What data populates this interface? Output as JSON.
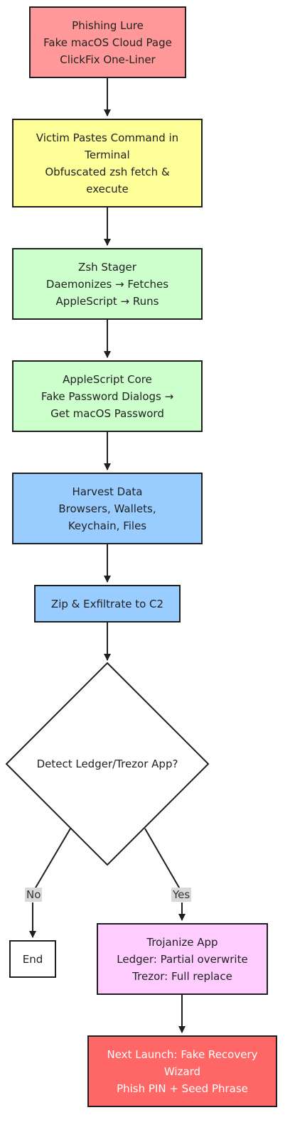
{
  "nodes": {
    "lure": {
      "lines": [
        "Phishing Lure",
        "Fake macOS Cloud Page",
        "ClickFix One-Liner"
      ],
      "fill": "#ff9999"
    },
    "victim": {
      "lines": [
        "Victim Pastes Command in",
        "Terminal",
        "Obfuscated zsh fetch &",
        "execute"
      ],
      "fill": "#ffff99"
    },
    "stager": {
      "lines": [
        "Zsh Stager",
        "Daemonizes → Fetches",
        "AppleScript → Runs"
      ],
      "fill": "#ccffcc"
    },
    "core": {
      "lines": [
        "AppleScript Core",
        "Fake Password Dialogs →",
        "Get macOS Password"
      ],
      "fill": "#ccffcc"
    },
    "harvest": {
      "lines": [
        "Harvest Data",
        "Browsers, Wallets,",
        "Keychain, Files"
      ],
      "fill": "#99ccff"
    },
    "zip": {
      "lines": [
        "Zip & Exfiltrate to C2"
      ],
      "fill": "#99ccff"
    },
    "decision": {
      "label": "Detect Ledger/Trezor App?",
      "fill": "#ffffff"
    },
    "end": {
      "lines": [
        "End"
      ],
      "fill": "#ffffff"
    },
    "trojan": {
      "lines": [
        "Trojanize App",
        "Ledger: Partial overwrite",
        "Trezor: Full replace"
      ],
      "fill": "#ffccff"
    },
    "next": {
      "lines": [
        "Next Launch: Fake Recovery",
        "Wizard",
        "Phish PIN + Seed Phrase"
      ],
      "fill": "#ff6666"
    }
  },
  "edges": {
    "no_label": "No",
    "yes_label": "Yes"
  },
  "colors": {
    "stroke": "#1f1f1f",
    "edge_label_bg": "#d9d9d9"
  }
}
